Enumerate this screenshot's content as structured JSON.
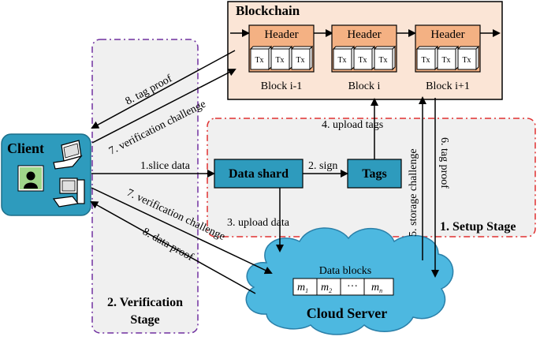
{
  "blockchain": {
    "title": "Blockchain",
    "header_label": "Header",
    "tx_label": "Tx",
    "blocks": [
      "Block i-1",
      "Block i",
      "Block i+1"
    ]
  },
  "client": {
    "title": "Client"
  },
  "setup_stage": {
    "label": "1. Setup Stage"
  },
  "verification_stage": {
    "line1": "2. Verification",
    "line2": "Stage"
  },
  "data_shard": {
    "label": "Data shard"
  },
  "tags": {
    "label": "Tags"
  },
  "cloud": {
    "title": "Cloud Server",
    "blocks_label": "Data blocks",
    "cells": [
      {
        "base": "m",
        "sub": "1"
      },
      {
        "base": "m",
        "sub": "2"
      },
      {
        "base": "···",
        "sub": ""
      },
      {
        "base": "m",
        "sub": "n"
      }
    ]
  },
  "arrows": {
    "slice_data": "1.slice data",
    "sign": "2. sign",
    "upload_data": "3. upload data",
    "upload_tags": "4. upload tags",
    "storage_challenge": "5. storage challenge",
    "tag_proof_6": "6. tag proof",
    "verification_challenge_top": "7. verification challenge",
    "tag_proof_8": "8. tag proof",
    "verification_challenge_bottom": "7. verification challenge",
    "data_proof": "8. data proof"
  },
  "colors": {
    "blockchain_fill": "#fbe5d6",
    "header_fill": "#f4b183",
    "teal": "#2e9bbd",
    "cloud_fill": "#4db8e0",
    "setup_border": "#e03030",
    "verify_border": "#7030a0",
    "stage_fill": "#f0f0f0"
  }
}
